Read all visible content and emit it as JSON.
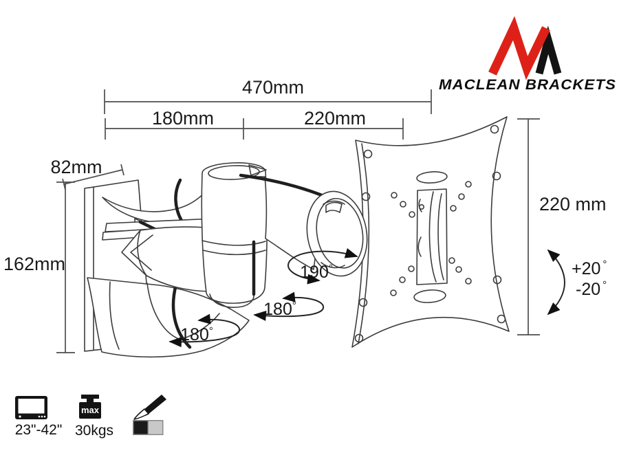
{
  "brand": {
    "name": "MACLEAN BRACKETS",
    "logo_red": "#de2118",
    "logo_black": "#131313"
  },
  "dimensions": {
    "total_depth": "470mm",
    "arm_front_section": "180mm",
    "arm_rear_section": "220mm",
    "wall_plate_width": "82mm",
    "wall_plate_height": "162mm",
    "vesa_plate_height": "220 mm"
  },
  "angles": {
    "vesa_swivel": {
      "value": "190",
      "unit": "°"
    },
    "elbow_swivel": {
      "value": "180",
      "unit": "°"
    },
    "wall_swivel": {
      "value": "180",
      "unit": "°"
    },
    "tilt_up": {
      "value": "+20",
      "unit": "°"
    },
    "tilt_down": {
      "value": "-20",
      "unit": "°"
    }
  },
  "specs": {
    "screen_size": {
      "label": "23\"-42\""
    },
    "max_weight": {
      "label": "30kgs",
      "badge": "max"
    },
    "finish_colors": [
      "#1a1a1a",
      "#c8c8c8"
    ]
  }
}
